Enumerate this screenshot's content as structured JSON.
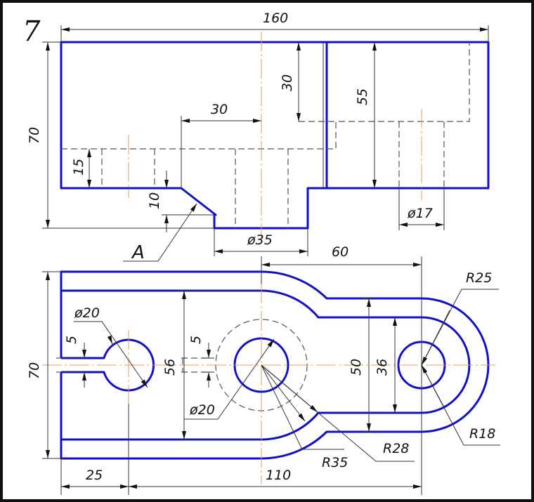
{
  "sheet_number": "7",
  "front_view": {
    "dims": {
      "width": "160",
      "height": "70",
      "step": "30",
      "depth": "30",
      "right_height": "55",
      "slot_depth": "15",
      "boss": "10",
      "hole_right": "ø17",
      "boss_dia": "ø35"
    },
    "callout": "A"
  },
  "top_view": {
    "dims": {
      "height": "70",
      "inner": "56",
      "outer_arm": "50",
      "inner_arm": "36",
      "center_dist": "60",
      "left_offset": "25",
      "total": "110",
      "slot_left": "5",
      "slot_mid": "5",
      "hole_left": "ø20",
      "hole_mid": "ø20",
      "r35": "R35",
      "r28": "R28",
      "r25": "R25",
      "r18": "R18"
    }
  },
  "colors": {
    "outline": "#1010c8",
    "centerline": "#e0a050"
  }
}
